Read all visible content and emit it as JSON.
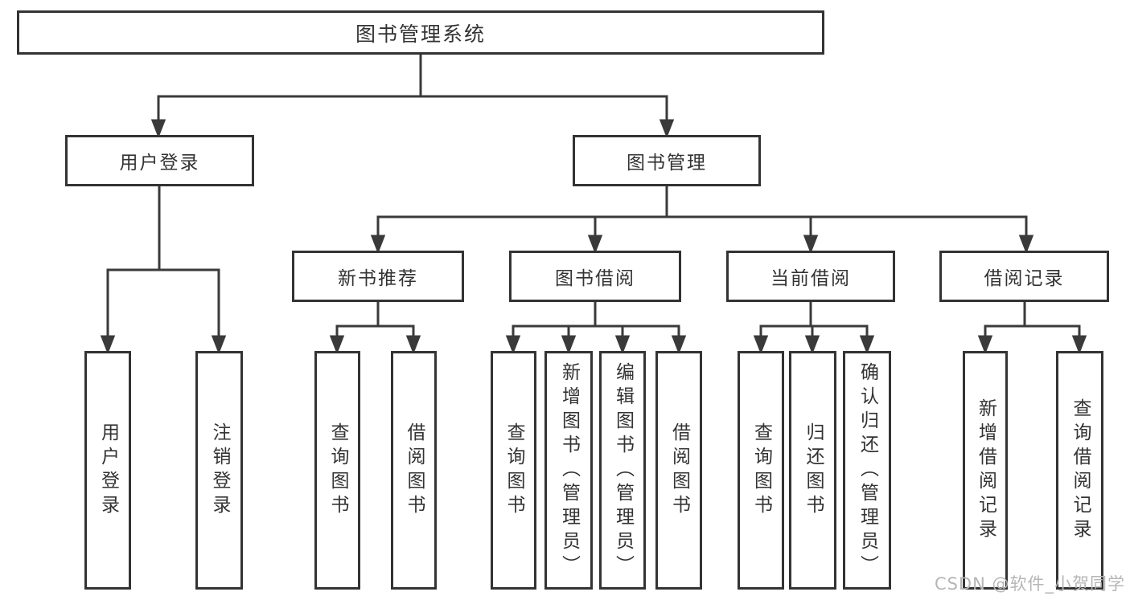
{
  "diagram": {
    "tree": {
      "label": "图书管理系统",
      "children": [
        {
          "label": "用户登录",
          "children": [
            {
              "label": "用户登录"
            },
            {
              "label": "注销登录"
            }
          ]
        },
        {
          "label": "图书管理",
          "children": [
            {
              "label": "新书推荐",
              "children": [
                {
                  "label": "查询图书"
                },
                {
                  "label": "借阅图书"
                }
              ]
            },
            {
              "label": "图书借阅",
              "children": [
                {
                  "label": "查询图书"
                },
                {
                  "label": "新增图书（管理员）"
                },
                {
                  "label": "编辑图书（管理员）"
                },
                {
                  "label": "借阅图书"
                }
              ]
            },
            {
              "label": "当前借阅",
              "children": [
                {
                  "label": "查询图书"
                },
                {
                  "label": "归还图书"
                },
                {
                  "label": "确认归还（管理员）"
                }
              ]
            },
            {
              "label": "借阅记录",
              "children": [
                {
                  "label": "新增借阅记录"
                },
                {
                  "label": "查询借阅记录"
                }
              ]
            }
          ]
        }
      ]
    },
    "colors": {
      "box_border": "#333333",
      "connector_line": "#3a3a3a",
      "text": "#333333",
      "background": "#ffffff",
      "watermark": "#b6b6b6"
    },
    "watermark": {
      "text": "CSDN @软件_小贺同学"
    }
  }
}
